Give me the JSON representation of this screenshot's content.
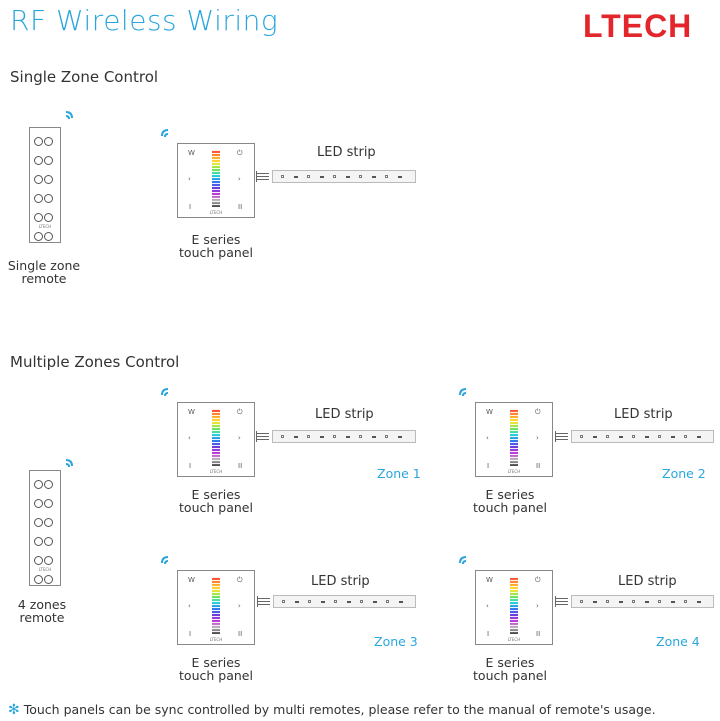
{
  "header": {
    "title": "RF Wireless Wiring",
    "logo": "LTECH"
  },
  "single": {
    "section_title": "Single Zone Control",
    "remote_caption_line1": "Single zone",
    "remote_caption_line2": "remote",
    "panel_caption_line1": "E series",
    "panel_caption_line2": "touch panel",
    "strip_label": "LED strip"
  },
  "multi": {
    "section_title": "Multiple Zones Control",
    "remote_caption_line1": "4 zones",
    "remote_caption_line2": "remote",
    "zones": [
      {
        "zone": "Zone 1",
        "panel_line1": "E series",
        "panel_line2": "touch panel",
        "strip_label": "LED strip"
      },
      {
        "zone": "Zone 2",
        "panel_line1": "E series",
        "panel_line2": "touch panel",
        "strip_label": "LED strip"
      },
      {
        "zone": "Zone 3",
        "panel_line1": "E series",
        "panel_line2": "touch panel",
        "strip_label": "LED strip"
      },
      {
        "zone": "Zone 4",
        "panel_line1": "E series",
        "panel_line2": "touch panel",
        "strip_label": "LED strip"
      }
    ]
  },
  "device_text": {
    "brand": "LTECH",
    "panel_keys": {
      "w": "W",
      "power": "⏻",
      "left": "‹",
      "right": "›",
      "one": "I",
      "two": "II"
    }
  },
  "footnote": {
    "marker": "✻",
    "text": "Touch panels can be sync controlled by multi remotes, please refer to the manual of remote's usage."
  },
  "colors": {
    "accent": "#2aa6dd",
    "logo": "#e3262b"
  }
}
